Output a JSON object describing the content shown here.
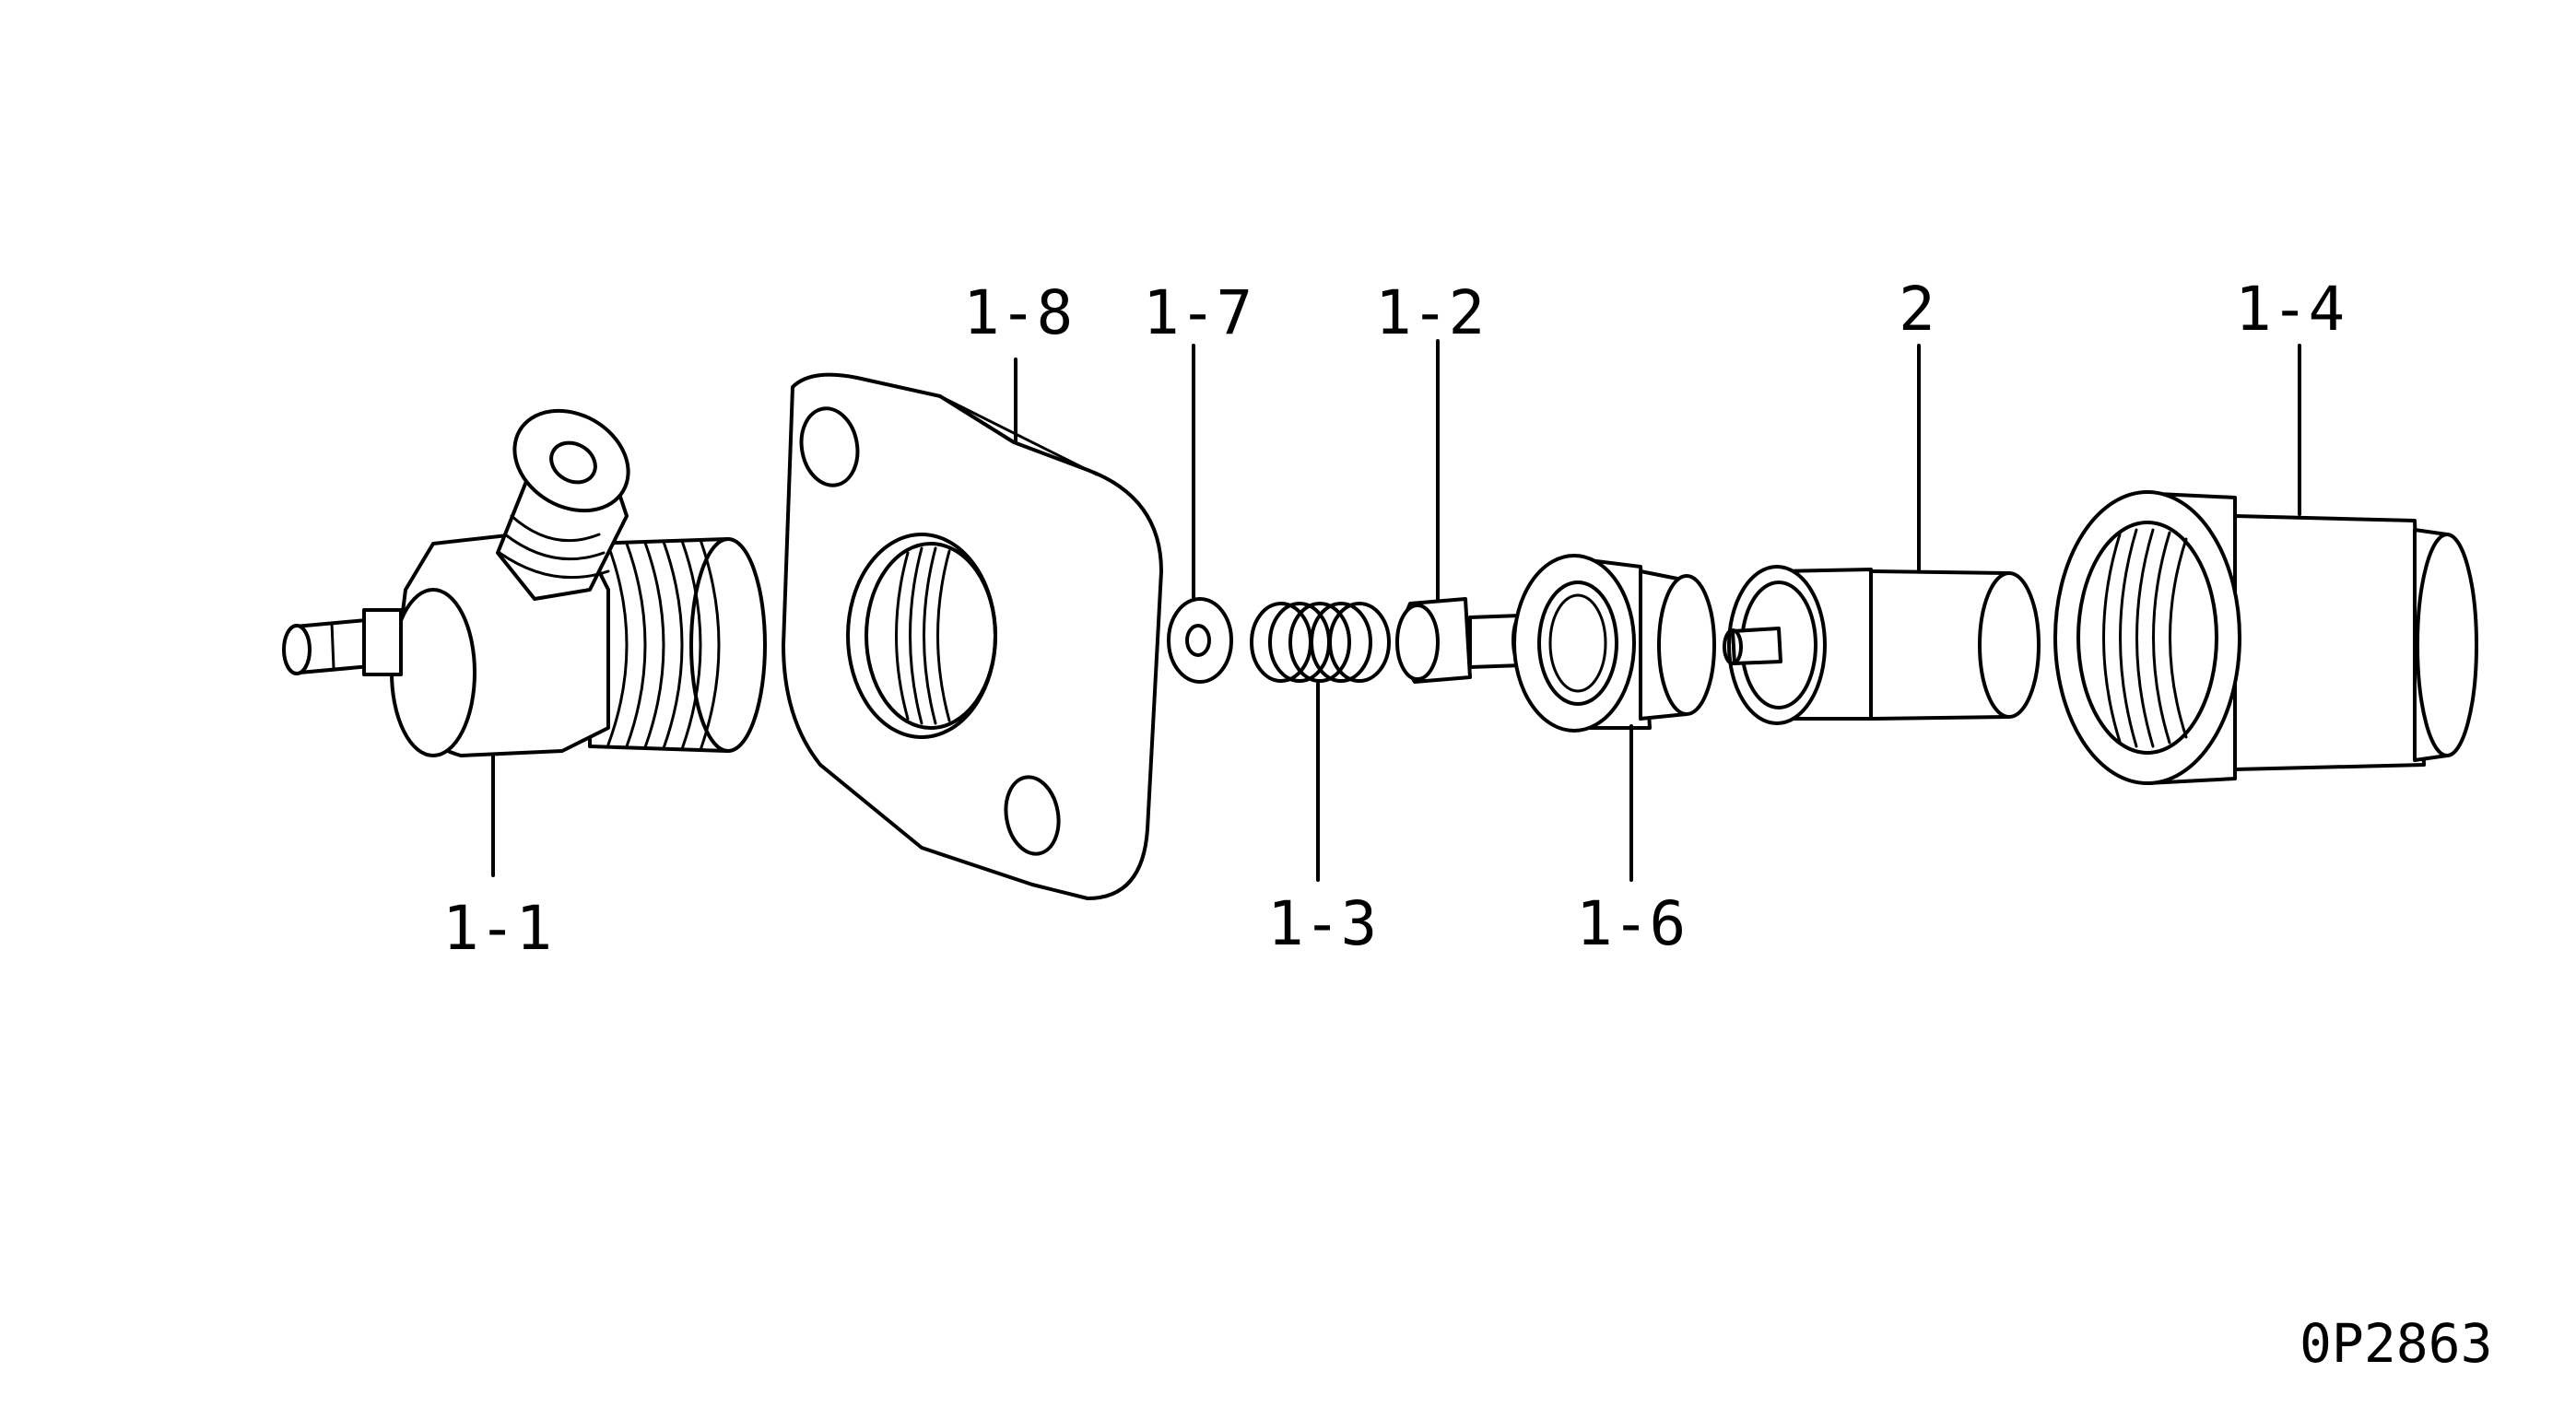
{
  "figure_code": "0P2863",
  "labels": {
    "p1_1": "1-1",
    "p1_8": "1-8",
    "p1_7": "1-7",
    "p1_3": "1-3",
    "p1_2": "1-2",
    "p1_6": "1-6",
    "p2": "2",
    "p1_4": "1-4"
  },
  "colors": {
    "line": "#000000",
    "background": "#ffffff"
  }
}
